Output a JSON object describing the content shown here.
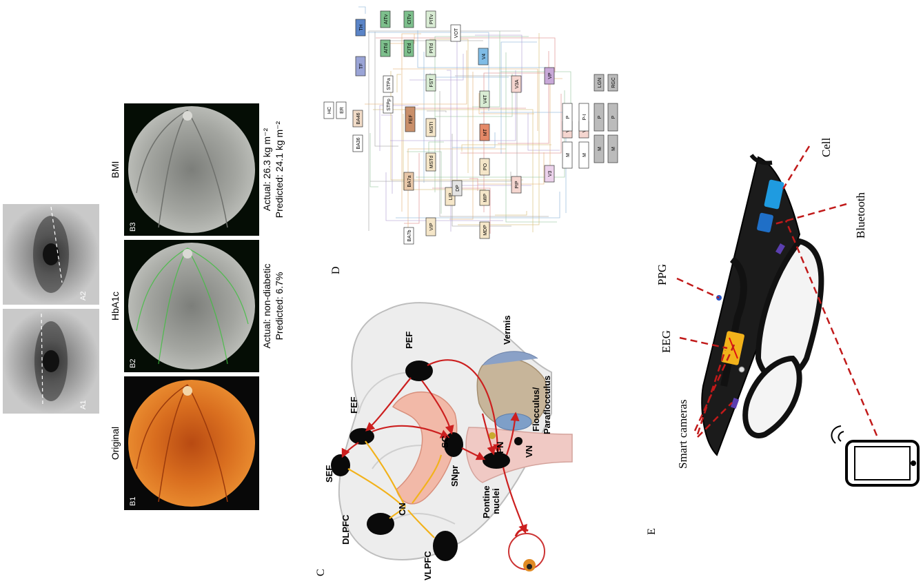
{
  "panels": {
    "A": {
      "A1_tag": "A1",
      "A2_tag": "A2"
    },
    "B": {
      "B1": {
        "tag": "B1",
        "title": "Original"
      },
      "B2": {
        "tag": "B2",
        "title": "HbA1c",
        "actual": "Actual: non-diabetic",
        "predicted": "Predicted: 6.7%"
      },
      "B3": {
        "tag": "B3",
        "title": "BMI",
        "actual": "Actual: 26.3 kg m⁻²",
        "predicted": "Predicted: 24.1 kg m⁻²"
      }
    },
    "C": {
      "letter": "C",
      "regions": [
        "SEF",
        "FEF",
        "PEF",
        "DLPFC",
        "VLPFC",
        "CN",
        "SNpr",
        "SC",
        "Pontine",
        "nuclei",
        "FN",
        "VN",
        "Vermis",
        "Flocculus/",
        "Paraflocculus"
      ]
    },
    "D": {
      "letter": "D",
      "areas": [
        "HC",
        "ER",
        "BA36",
        "BA46",
        "BA7b",
        "BA7a",
        "FEF",
        "MSTI",
        "MSTd",
        "LIP",
        "DP",
        "VIP",
        "STPa",
        "STPp",
        "FST",
        "V4T",
        "MT",
        "PO",
        "MIP",
        "MDP",
        "PIP",
        "V3A",
        "V3",
        "VP",
        "VOT",
        "V4",
        "AITd",
        "AITv",
        "CITd",
        "CITv",
        "PITd",
        "PITv",
        "TF",
        "TH",
        "V2",
        "V1",
        "LGN",
        "RGC",
        "M",
        "P",
        "P-B",
        "P-I"
      ]
    },
    "E": {
      "letter": "E",
      "labels": [
        "Smart cameras",
        "EEG",
        "PPG",
        "Bluetooth",
        "Cell"
      ]
    }
  },
  "colors": {
    "retina_orange": "#d86a1c",
    "retina_gray": "#9a9c96",
    "arrow_red": "#cc1f1f",
    "arrow_yellow": "#f2b21b",
    "dash_red": "#c11a1a",
    "device_blue": "#1f9be0"
  }
}
